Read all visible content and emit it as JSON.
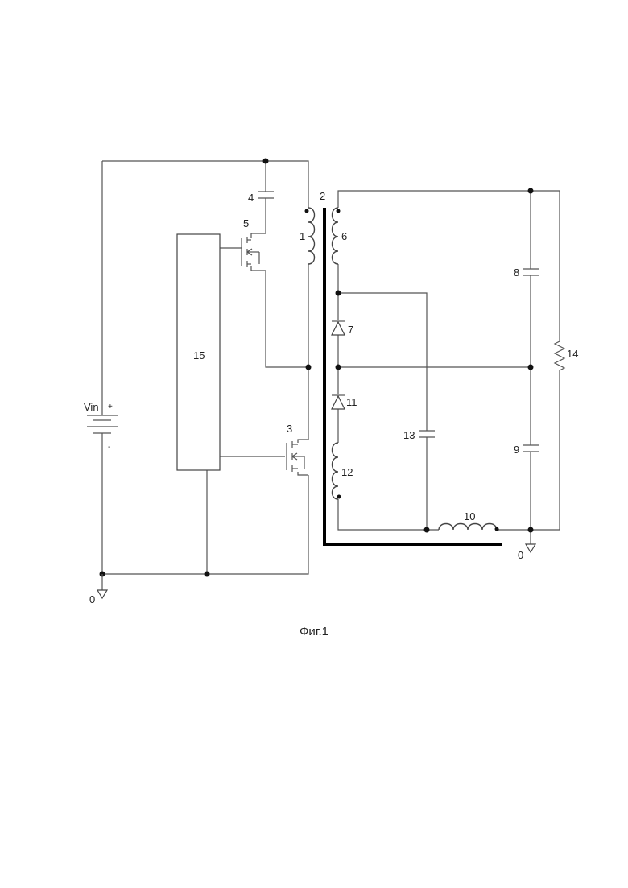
{
  "labels": {
    "vin": "Vin",
    "plus": "+",
    "minus": "-",
    "controller": "15",
    "winding_primary": "1",
    "core": "2",
    "switch_low": "3",
    "capacitor_snubber": "4",
    "switch_high": "5",
    "winding_secondary_top": "6",
    "diode_top": "7",
    "capacitor_top": "8",
    "capacitor_bottom": "9",
    "inductor_output": "10",
    "diode_bottom": "11",
    "winding_secondary_bottom": "12",
    "capacitor_middle": "13",
    "load_resistor": "14",
    "ground_left": "0",
    "ground_right": "0"
  },
  "caption": "Фиг.1"
}
